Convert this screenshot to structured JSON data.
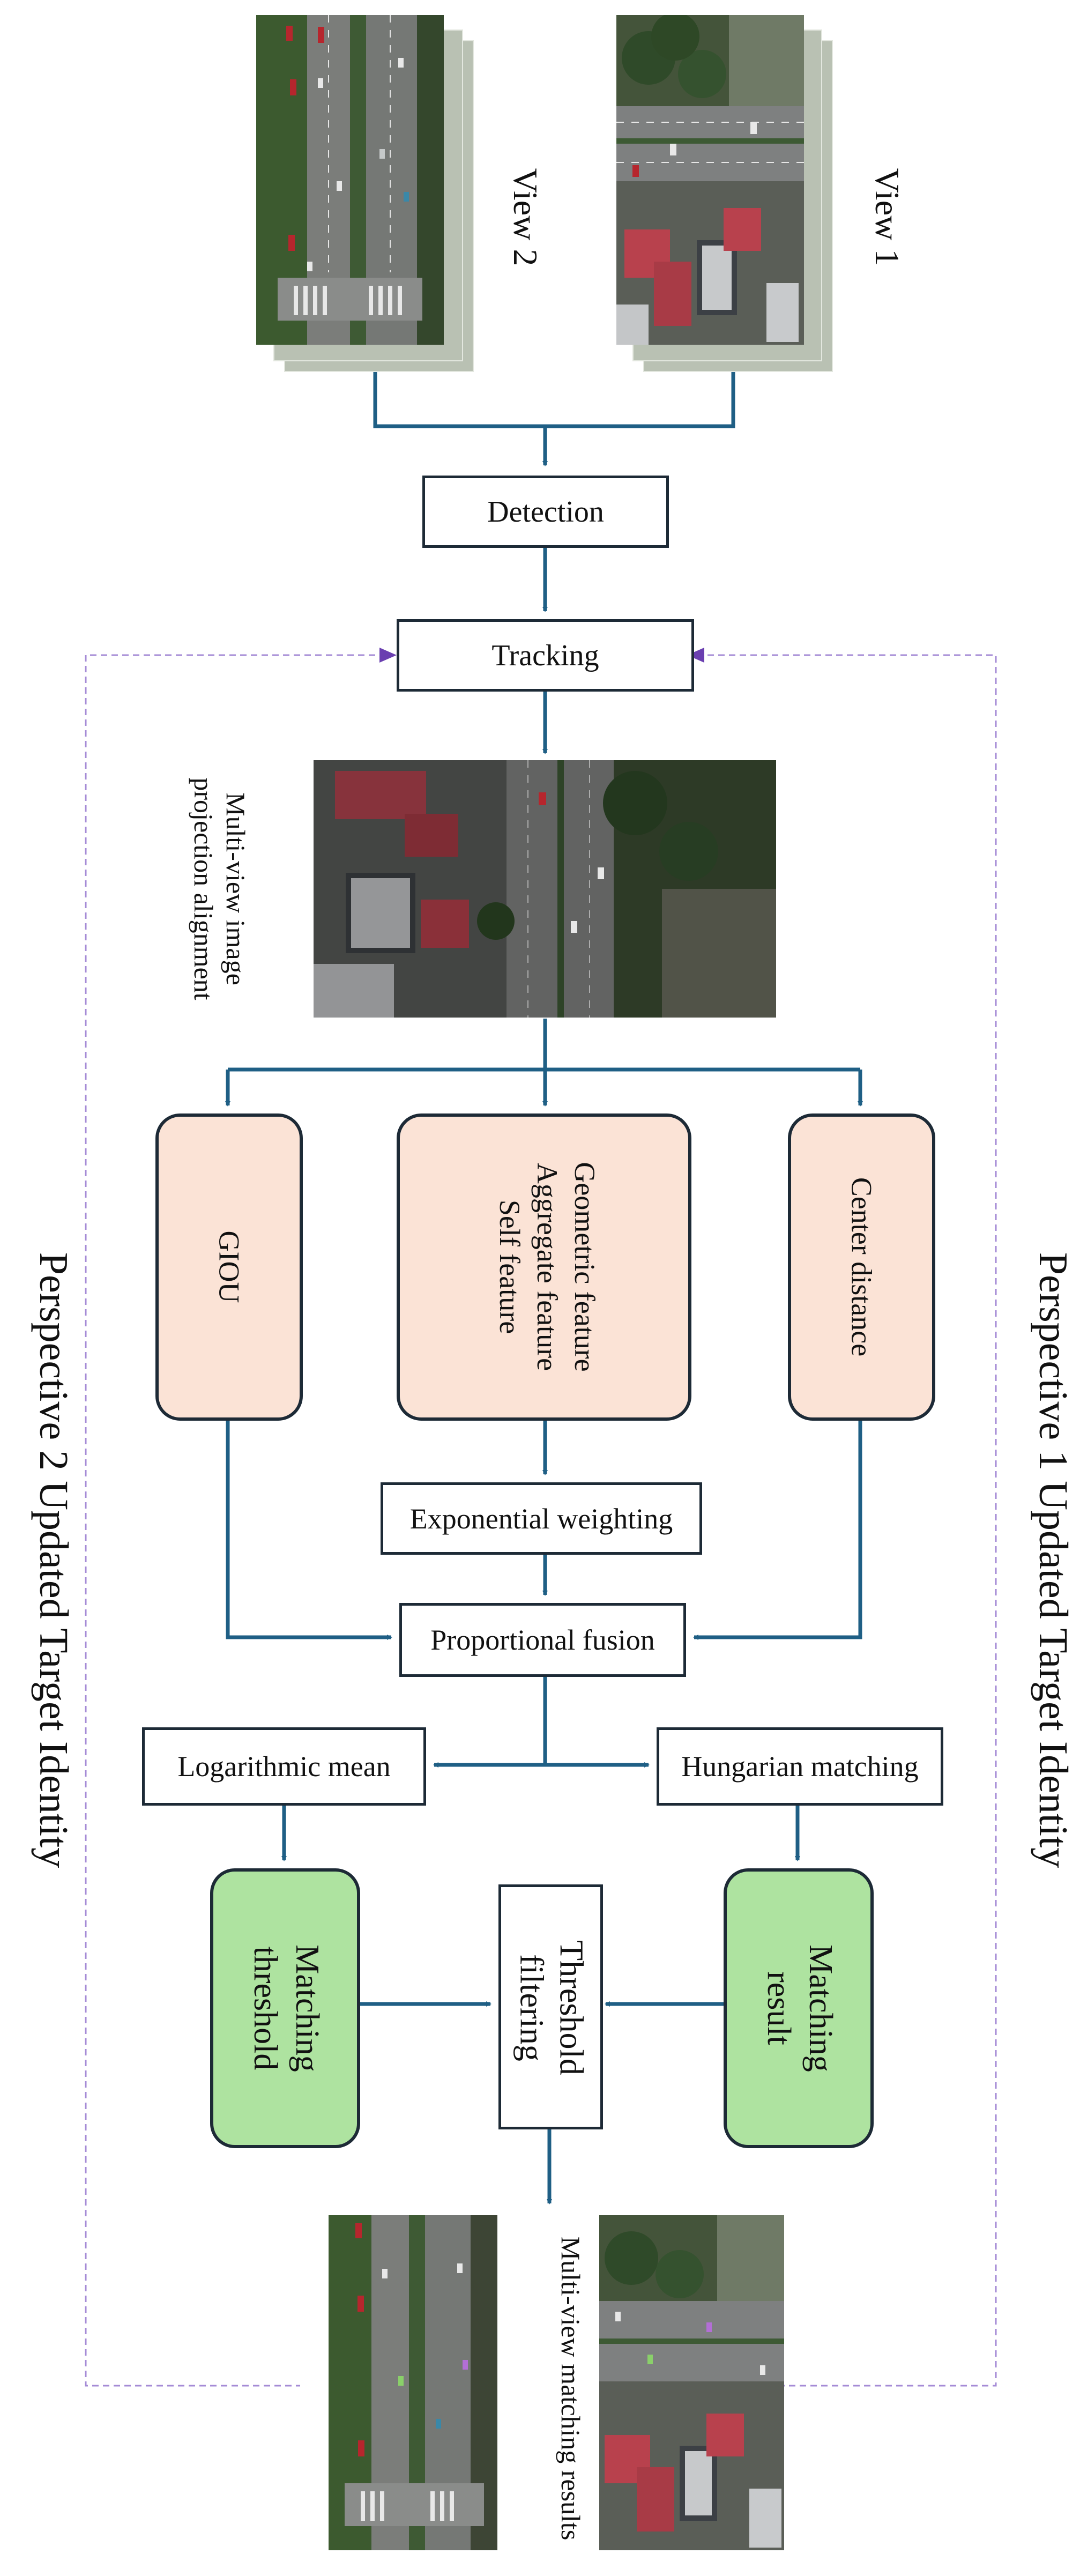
{
  "inputs": {
    "view2_label": "View 2",
    "view1_label": "View 1"
  },
  "steps": {
    "detection": "Detection",
    "tracking": "Tracking",
    "alignment_label": "Multi-view image projection alignment"
  },
  "features": {
    "giou": "GIOU",
    "center_distance": "Center distance",
    "combined_lines": [
      "Geometric feature",
      "Aggregate feature",
      "Self feature"
    ]
  },
  "processing": {
    "exponential_weighting": "Exponential weighting",
    "proportional_fusion": "Proportional fusion",
    "logarithmic_mean": "Logarithmic mean",
    "hungarian_matching": "Hungarian matching",
    "matching_threshold_lines": [
      "Matching",
      "threshold"
    ],
    "matching_result_lines": [
      "Matching",
      "result"
    ],
    "threshold_filtering_lines": [
      "Threshold",
      "filtering"
    ]
  },
  "outputs": {
    "results_label": "Multi-view matching results"
  },
  "feedback": {
    "left": "Perspective 2 Updated Target Identity",
    "right": "Perspective 1 Updated Target Identity"
  },
  "colors": {
    "arrow": "#1f5f85",
    "feedback_dash": "#a58bd6",
    "feature_fill": "#fbe3d6",
    "decision_fill": "#aee3a0",
    "border": "#1d2a36"
  }
}
